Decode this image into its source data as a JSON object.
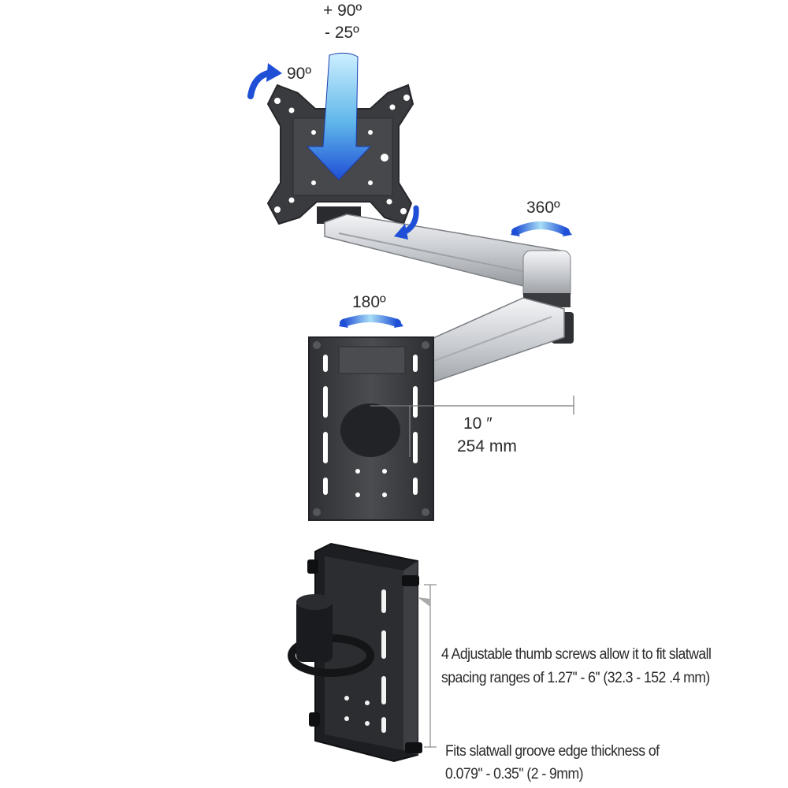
{
  "rotations": {
    "tilt_up": "+ 90º",
    "tilt_down": "- 25º",
    "rotate": "90º",
    "arm_swivel": "360º",
    "base_swivel": "180º"
  },
  "extension": {
    "inches": "10 ″",
    "mm": "254 mm"
  },
  "notes": {
    "thumb_screws_line1": "4 Adjustable thumb screws allow it to fit slatwall",
    "thumb_screws_line2": "spacing ranges of 1.27'' - 6'' (32.3 - 152 .4 mm)",
    "groove_line1": "Fits slatwall groove edge thickness of",
    "groove_line2": "0.079\" - 0.35\" (2 - 9mm)"
  },
  "colors": {
    "arrow_blue": "#1f4fd6",
    "arrow_light": "#8fd0f2",
    "metal_dark": "#3b3d41",
    "aluminum": "#c9ccd1"
  }
}
